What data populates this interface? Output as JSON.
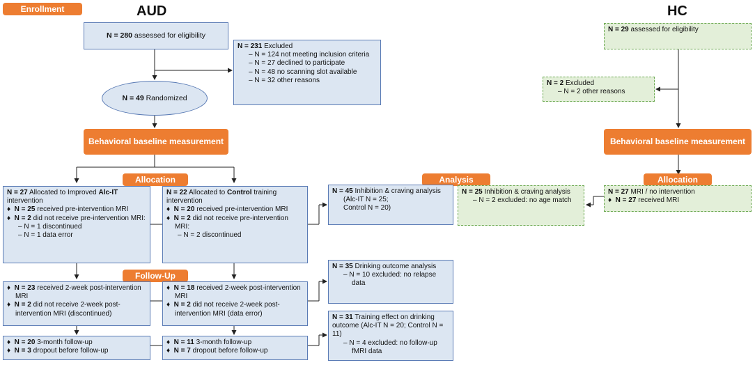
{
  "labels": {
    "enrollment": "Enrollment",
    "aud": "AUD",
    "hc": "HC",
    "allocation": "Allocation",
    "analysis": "Analysis",
    "followup": "Follow-Up",
    "behavioral_aud": "Behavioral baseline measurement",
    "behavioral_hc": "Behavioral baseline measurement",
    "allocation_hc": "Allocation"
  },
  "aud": {
    "assessed": {
      "n": "N = 280",
      "text": " assessed for eligibility"
    },
    "excluded": {
      "n": "N = 231",
      "text": "  Excluded",
      "items": [
        "N = 124 not meeting inclusion criteria",
        "N = 27 declined to participate",
        "N = 48 no scanning slot available",
        "N = 32 other reasons"
      ]
    },
    "randomized": {
      "n": "N = 49",
      "text": " Randomized"
    },
    "alc": {
      "n": "N = 27",
      "text": " Allocated to Improved ",
      "bold": "Alc-IT",
      "text2": " intervention",
      "b1n": "N = 25",
      "b1": " received pre-intervention MRI",
      "b2n": "N = 2",
      "b2": " did not receive pre-intervention MRI:",
      "subs": [
        "N = 1 discontinued",
        "N = 1 data error"
      ]
    },
    "control": {
      "n": "N = 22",
      "text": " Allocated to ",
      "bold": "Control",
      "text2": " training intervention",
      "b1n": "N = 20",
      "b1": " received pre-intervention MRI",
      "b2n": "N = 2",
      "b2": " did not receive pre-intervention MRI:",
      "subs": [
        "N = 2 discontinued"
      ]
    },
    "alc_fu": {
      "b1n": "N = 23",
      "b1": " received 2-week post-intervention MRI",
      "b2n": "N = 2",
      "b2": " did not receive 2-week post-intervention MRI (discontinued)"
    },
    "ctl_fu": {
      "b1n": "N = 18",
      "b1": " received 2-week post-intervention MRI",
      "b2n": "N = 2",
      "b2": " did not receive 2-week post-intervention MRI (data error)"
    },
    "alc_3m": {
      "b1n": "N = 20",
      "b1": " 3-month follow-up",
      "b2n": "N = 3",
      "b2": " dropout before follow-up"
    },
    "ctl_3m": {
      "b1n": "N = 11",
      "b1": " 3-month follow-up",
      "b2n": "N = 7",
      "b2": " dropout before follow-up"
    },
    "inhib": {
      "n": "N = 45",
      "text": " Inhibition & craving analysis",
      "line2": "(Alc-IT N = 25;",
      "line3": "Control N = 20)"
    },
    "drink": {
      "n": "N = 35",
      "text": " Drinking outcome analysis",
      "items": [
        "N = 10 excluded: no relapse data"
      ]
    },
    "train": {
      "n": "N = 31",
      "text": " Training effect on drinking outcome (Alc-IT N = 20; Control N = 11)",
      "items": [
        "N = 4 excluded: no follow-up fMRI data"
      ]
    }
  },
  "hc": {
    "assessed": {
      "n": "N = 29",
      "text": " assessed for eligibility"
    },
    "excluded": {
      "n": "N = 2",
      "text": "  Excluded",
      "items": [
        "N = 2 other reasons"
      ]
    },
    "inhib": {
      "n": "N = 25",
      "text": " Inhibition & craving analysis",
      "items": [
        "N = 2 excluded: no age match"
      ]
    },
    "mri": {
      "n": "N = 27",
      "text": " MRI / no intervention",
      "b1n": "N = 27",
      "b1": " received MRI"
    }
  },
  "glyphs": {
    "bullet": "♦",
    "dash": "–"
  },
  "colors": {
    "orange": "#ed7d31",
    "blue_box": "#dce6f2",
    "green_box": "#e3efd9"
  }
}
